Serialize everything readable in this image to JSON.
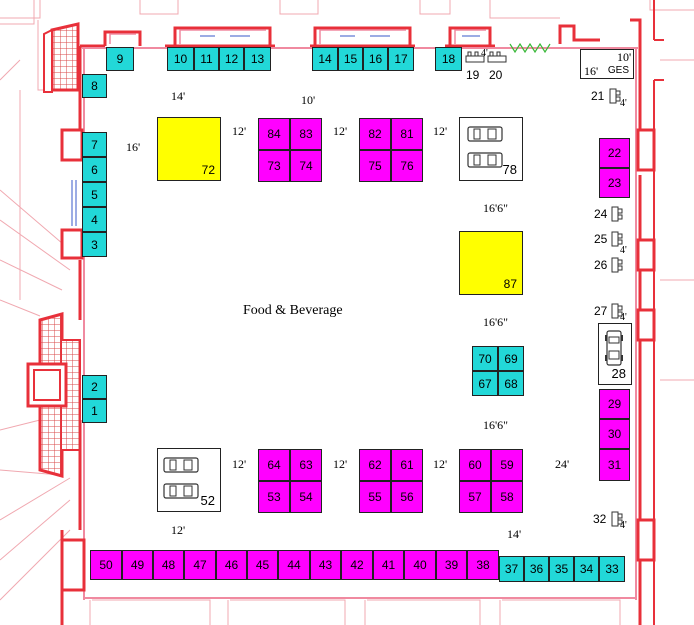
{
  "map": {
    "area_label": "Food & Beverage",
    "ges_label": "GES",
    "colors": {
      "teal_booth": "#22d8d8",
      "pink_booth": "#ff00ff",
      "yellow_booth": "#ffff00",
      "wall_red": "#e8303a",
      "wall_pink": "#f08aa0",
      "hatch": "#d84a4a"
    },
    "booth_groups": {
      "top_row": [
        "9",
        "10",
        "11",
        "12",
        "13",
        "14",
        "15",
        "16",
        "17",
        "18",
        "19",
        "20"
      ],
      "left_column": [
        "8",
        "7",
        "6",
        "5",
        "4",
        "3",
        "2",
        "1"
      ],
      "right_column": [
        "21",
        "22",
        "23",
        "24",
        "25",
        "26",
        "27",
        "28",
        "29",
        "30",
        "31",
        "32"
      ],
      "center_top": [
        "72",
        "84",
        "83",
        "73",
        "74",
        "82",
        "81",
        "75",
        "76",
        "78"
      ],
      "center_middle": [
        "87",
        "70",
        "69",
        "67",
        "68"
      ],
      "center_bottom": [
        "52",
        "64",
        "63",
        "53",
        "54",
        "62",
        "61",
        "55",
        "56",
        "60",
        "59",
        "57",
        "58"
      ],
      "bottom_row": [
        "50",
        "49",
        "48",
        "47",
        "46",
        "45",
        "44",
        "43",
        "42",
        "41",
        "40",
        "39",
        "38",
        "37",
        "36",
        "35",
        "34",
        "33"
      ]
    },
    "aisle_labels": [
      "14'",
      "10'",
      "12'",
      "12'",
      "12'",
      "16'",
      "16'6\"",
      "16'6\"",
      "16'6\"",
      "12'",
      "12'",
      "12'",
      "24'",
      "12'",
      "14'",
      "10'",
      "16'",
      "4'",
      "4'",
      "4'",
      "4'",
      "4'"
    ]
  }
}
